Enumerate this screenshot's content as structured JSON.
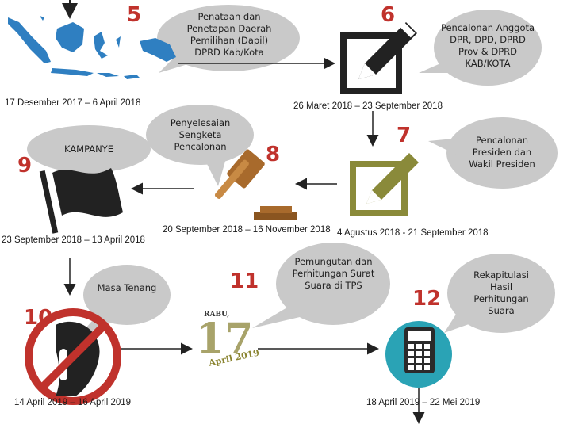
{
  "steps": [
    {
      "number": "5",
      "text": "Penataan dan Penetapan Daerah Pemilihan (Dapil) DPRD Kab/Kota",
      "date": "17 Desember 2017 – 6 April 2018"
    },
    {
      "number": "6",
      "text": "Pencalonan Anggota DPR, DPD, DPRD Prov & DPRD KAB/KOTA",
      "date": "26 Maret 2018 – 23 September 2018"
    },
    {
      "number": "7",
      "text": "Pencalonan Presiden dan Wakil Presiden",
      "date": "4 Agustus 2018 - 21 September 2018"
    },
    {
      "number": "8",
      "text": "Penyelesaian Sengketa Pencalonan",
      "date": "20 September 2018 – 16 November 2018"
    },
    {
      "number": "9",
      "text": "KAMPANYE",
      "date": "23 September 2018 – 13 April 2018"
    },
    {
      "number": "10",
      "text": "Masa Tenang",
      "date": "14 April 2019 – 16 April 2019"
    },
    {
      "number": "11",
      "text": "Pemungutan dan Perhitungan Surat Suara di TPS",
      "date": ""
    },
    {
      "number": "12",
      "text": "Rekapitulasi Hasil Perhitungan Suara",
      "date": "18 April 2019 – 22 Mei 2019"
    }
  ],
  "calendar": {
    "day_name": "RABU,",
    "day": "17",
    "month_year": "April 2019"
  },
  "colors": {
    "number": "#c0322c",
    "bubble": "#c9c9c9",
    "map": "#2f7fc1",
    "olive": "#8a8a3a",
    "dark": "#222222",
    "teal": "#2aa3b5"
  }
}
